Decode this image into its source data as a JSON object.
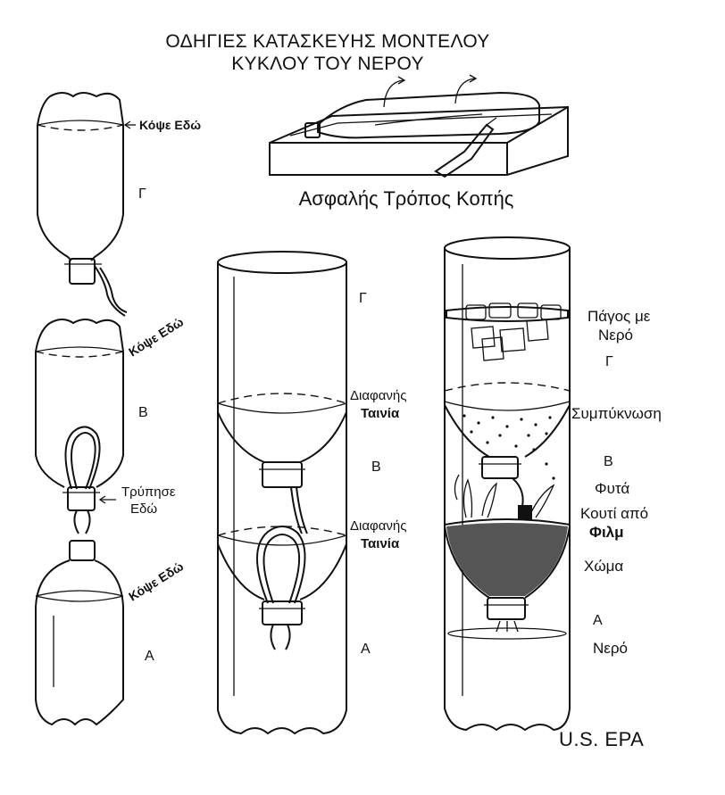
{
  "title": {
    "line1": "ΟΔΗΓΙΕΣ ΚΑΤΑΣΚΕΥΗΣ ΜΟΝΤΕΛΟΥ",
    "line2": "ΚΥΚΛΟΥ ΤΟΥ ΝΕΡΟΥ"
  },
  "safe_cut": {
    "caption": "Ασφαλής Τρόπος Κοπής"
  },
  "left_column": {
    "cut_here_top": "Κόψε Εδώ",
    "label_c": "Γ",
    "cut_here_mid": "Κόψε Εδώ",
    "label_b": "Β",
    "pierce_line1": "Τρύπησε",
    "pierce_line2": "Εδώ",
    "cut_here_bottom": "Κόψε Εδώ",
    "label_a": "Α"
  },
  "middle_column": {
    "label_c": "Γ",
    "tape_top_line1": "Διαφανής",
    "tape_top_line2": "Ταινία",
    "label_b": "Β",
    "tape_bottom_line1": "Διαφανής",
    "tape_bottom_line2": "Ταινία",
    "label_a": "Α"
  },
  "right_column": {
    "ice_line1": "Πάγος με",
    "ice_line2": "Νερό",
    "label_c": "Γ",
    "condensation": "Συμπύκνωση",
    "label_b": "Β",
    "plants": "Φυτά",
    "film_box_line1": "Κουτί από",
    "film_box_line2": "Φιλμ",
    "soil": "Χώμα",
    "label_a": "Α",
    "water": "Νερό"
  },
  "credit": "U.S. EPA"
}
